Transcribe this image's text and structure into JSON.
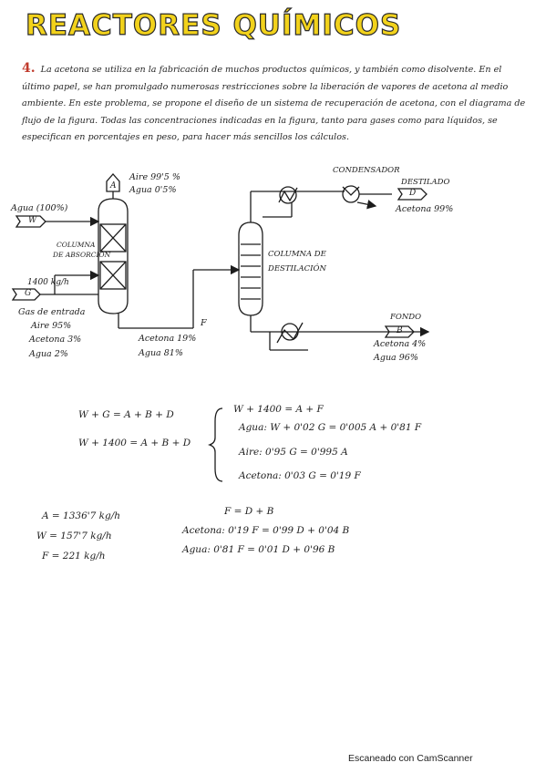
{
  "title": "REACTORES QUÍMICOS",
  "problem": {
    "number": "4.",
    "text": "La acetona se utiliza en la fabricación de muchos productos químicos, y también como disolvente. En el último papel, se han promulgado numerosas restricciones sobre la liberación de vapores de acetona al medio ambiente. En este problema, se propone el diseño de un sistema de recuperación de acetona, con el diagrama de flujo de la figura. Todas las concentraciones indicadas en la figura, tanto para gases como para líquidos, se especifican en porcentajes en peso, para hacer más sencillos los cálculos."
  },
  "diagram": {
    "air_out": {
      "line1": "Aire 99'5 %",
      "line2": "Agua 0'5%",
      "stream": "A"
    },
    "water_in": {
      "label": "Agua (100%)",
      "stream": "W"
    },
    "absorption_column": {
      "label_line1": "COLUMNA",
      "label_line2": "DE ABSORCIÓN"
    },
    "gas_in": {
      "flow": "1400 kg/h",
      "stream": "G",
      "title": "Gas de entrada",
      "line1": "Aire 95%",
      "line2": "Acetona 3%",
      "line3": "Agua 2%"
    },
    "mid_stream": {
      "stream": "F",
      "line1": "Acetona 19%",
      "line2": "Agua 81%"
    },
    "condenser": {
      "label": "CONDENSADOR"
    },
    "distillate": {
      "label": "DESTILADO",
      "stream": "D",
      "line1": "Acetona 99%"
    },
    "distillation_column": {
      "label_line1": "COLUMNA DE",
      "label_line2": "DESTILACIÓN"
    },
    "bottoms": {
      "label": "FONDO",
      "stream": "B",
      "line1": "Acetona 4%",
      "line2": "Agua 96%"
    }
  },
  "equations": {
    "total1": "W + G = A + B + D",
    "total2": "W + 1400 = A + B + D",
    "bal1": "W + 1400 = A + F",
    "bal2": "Agua: W + 0'02 G = 0'005 A + 0'81 F",
    "bal3": "Aire: 0'95 G = 0'995 A",
    "bal4": "Acetona: 0'03 G = 0'19 F",
    "res1": "A = 1336'7 kg/h",
    "res2": "W = 157'7 kg/h",
    "res3": "F = 221 kg/h",
    "col1": "F = D + B",
    "col2": "Acetona: 0'19 F = 0'99 D + 0'04 B",
    "col3": "Agua: 0'81 F = 0'01 D + 0'96 B"
  },
  "footer": "Escaneado con CamScanner",
  "colors": {
    "title_fill": "#f2d21b",
    "accent_red": "#c0392b",
    "ink": "#1c1c1c"
  }
}
